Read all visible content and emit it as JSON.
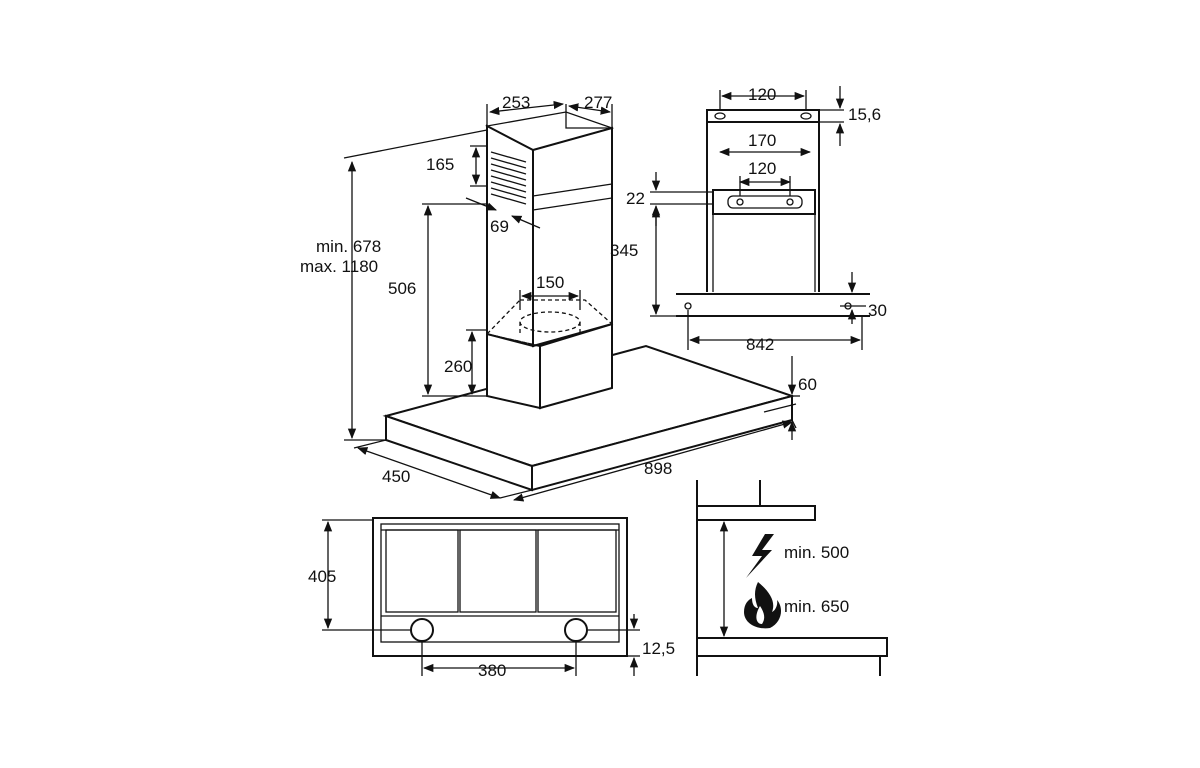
{
  "dimensions": {
    "d253": "253",
    "d277": "277",
    "d165": "165",
    "d69": "69",
    "min678": "min. 678",
    "max1180": "max. 1180",
    "d506": "506",
    "d150": "150",
    "d260": "260",
    "d450": "450",
    "d898": "898",
    "d60": "60",
    "d120_top": "120",
    "d15_6": "15,6",
    "d170": "170",
    "d120_mid": "120",
    "d22": "22",
    "d345": "345",
    "d30": "30",
    "d842": "842",
    "d405": "405",
    "d12_5": "12,5",
    "d380": "380",
    "min500": "min. 500",
    "min650": "min. 650"
  }
}
